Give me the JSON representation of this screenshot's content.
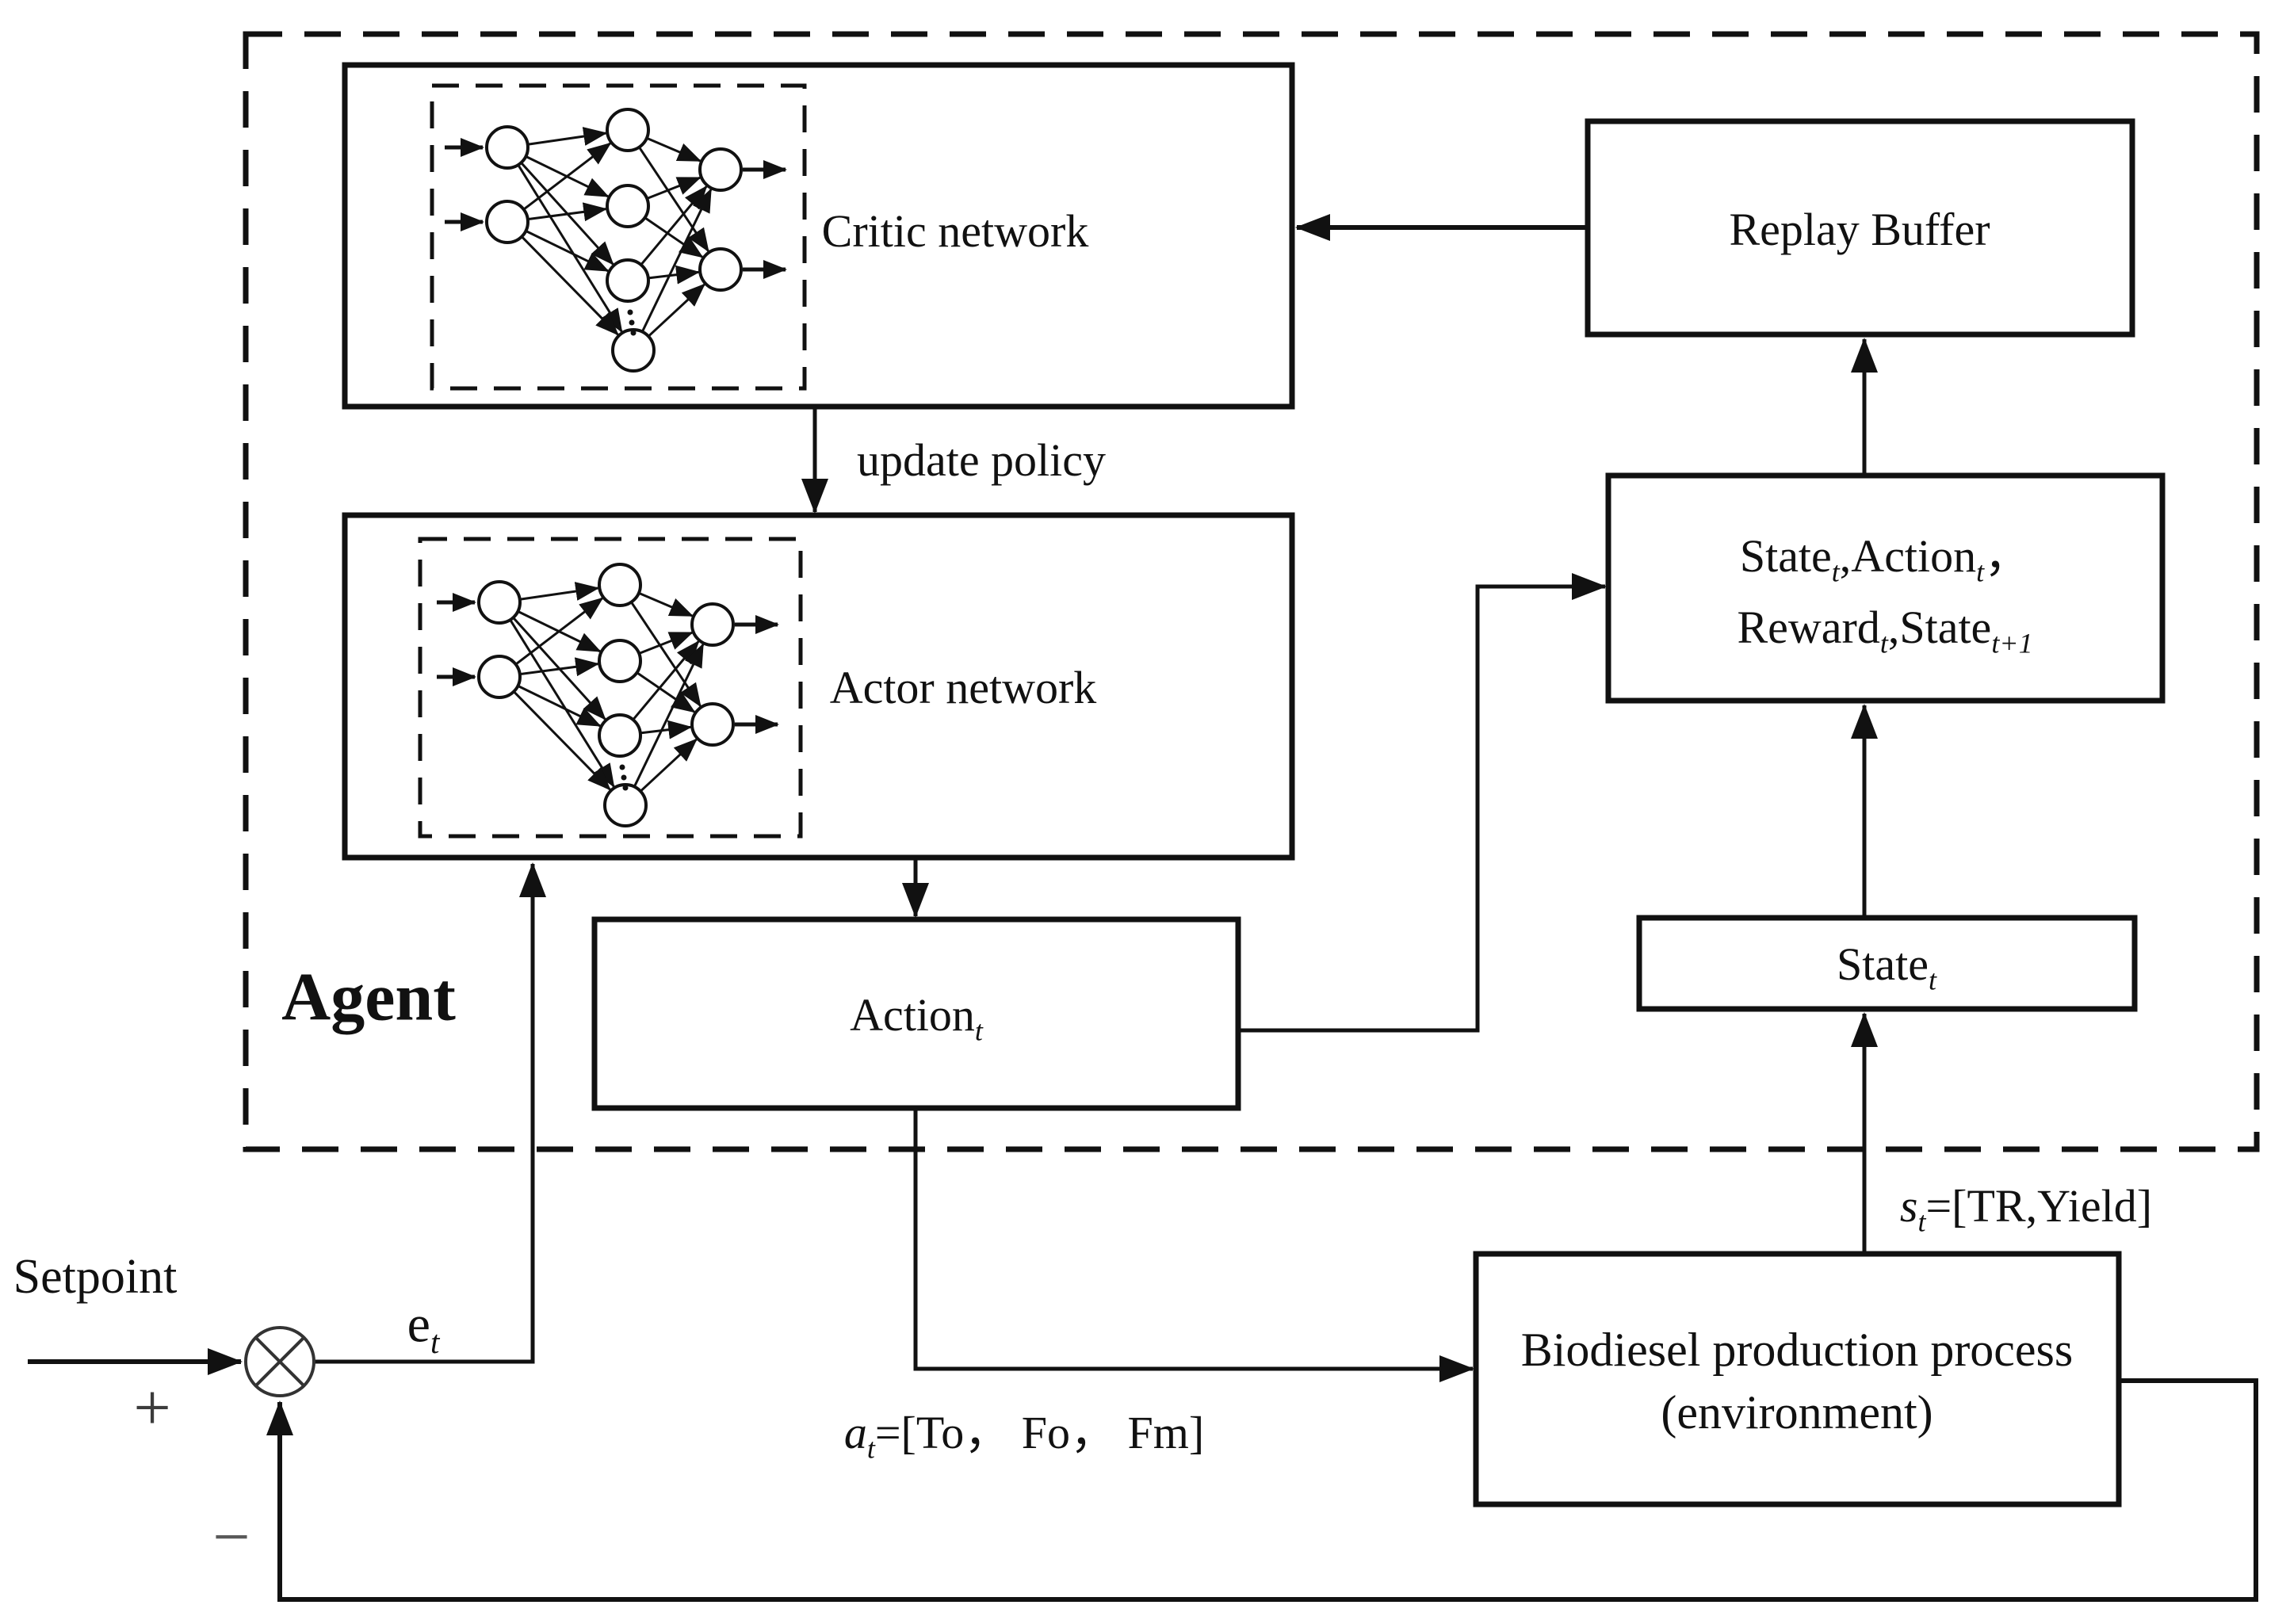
{
  "diagram": {
    "agent_label": "Agent",
    "boxes": {
      "critic": "Critic network",
      "replay": "Replay Buffer",
      "actor": "Actor network",
      "action": [
        {
          "t": "Action"
        },
        {
          "isub": "t"
        }
      ],
      "sar_line1": [
        {
          "t": "State"
        },
        {
          "isub": "t"
        },
        {
          "t": ",Action"
        },
        {
          "isub": "t"
        },
        {
          "t": "，"
        }
      ],
      "sar_line2": [
        {
          "t": "Reward"
        },
        {
          "isub": "t"
        },
        {
          "t": ",State"
        },
        {
          "isub": "t+1"
        }
      ],
      "state": [
        {
          "t": "State"
        },
        {
          "isub": "t"
        }
      ],
      "process_line1": "Biodiesel production process",
      "process_line2": "(environment)"
    },
    "labels": {
      "update_policy": "update policy",
      "setpoint": "Setpoint",
      "plus": "+",
      "minus": "−",
      "error": [
        {
          "t": "e"
        },
        {
          "isub": "t"
        }
      ],
      "state_eq": [
        {
          "i": "s"
        },
        {
          "isub": "t"
        },
        {
          "t": "=[TR,Yield]"
        }
      ],
      "action_eq": [
        {
          "i": "a"
        },
        {
          "isub": "t"
        },
        {
          "t": "=[To， Fo， Fm]"
        }
      ]
    }
  }
}
